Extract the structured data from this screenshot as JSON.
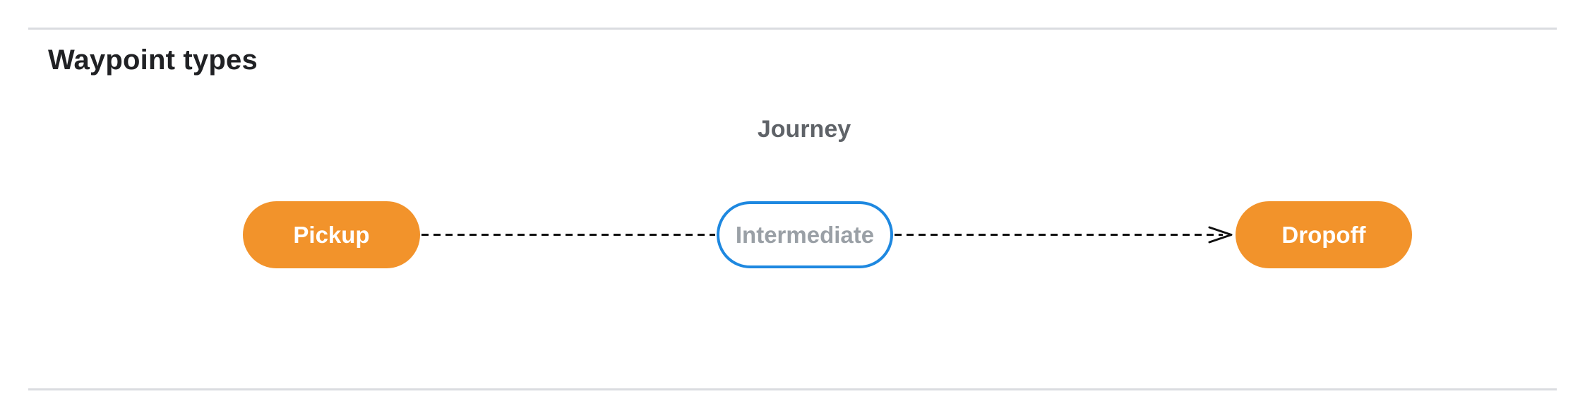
{
  "page": {
    "title": "Waypoint types"
  },
  "diagram": {
    "title": "Journey",
    "nodes": [
      {
        "id": "pickup",
        "label": "Pickup",
        "type": "endpoint"
      },
      {
        "id": "intermediate",
        "label": "Intermediate",
        "type": "intermediate"
      },
      {
        "id": "dropoff",
        "label": "Dropoff",
        "type": "endpoint"
      }
    ],
    "connector": {
      "style": "dashed",
      "direction": "left-to-right",
      "arrowhead": "open-chevron",
      "path": "Pickup → Intermediate → Dropoff"
    }
  },
  "colors": {
    "endpoint_fill": "#f2932b",
    "endpoint_text": "#ffffff",
    "intermediate_border": "#1e88e0",
    "intermediate_text": "#9aa0a6",
    "connector_stroke": "#111111",
    "divider": "#dadce0",
    "title_text": "#202124",
    "journey_label_text": "#5f6368",
    "background": "#ffffff"
  }
}
